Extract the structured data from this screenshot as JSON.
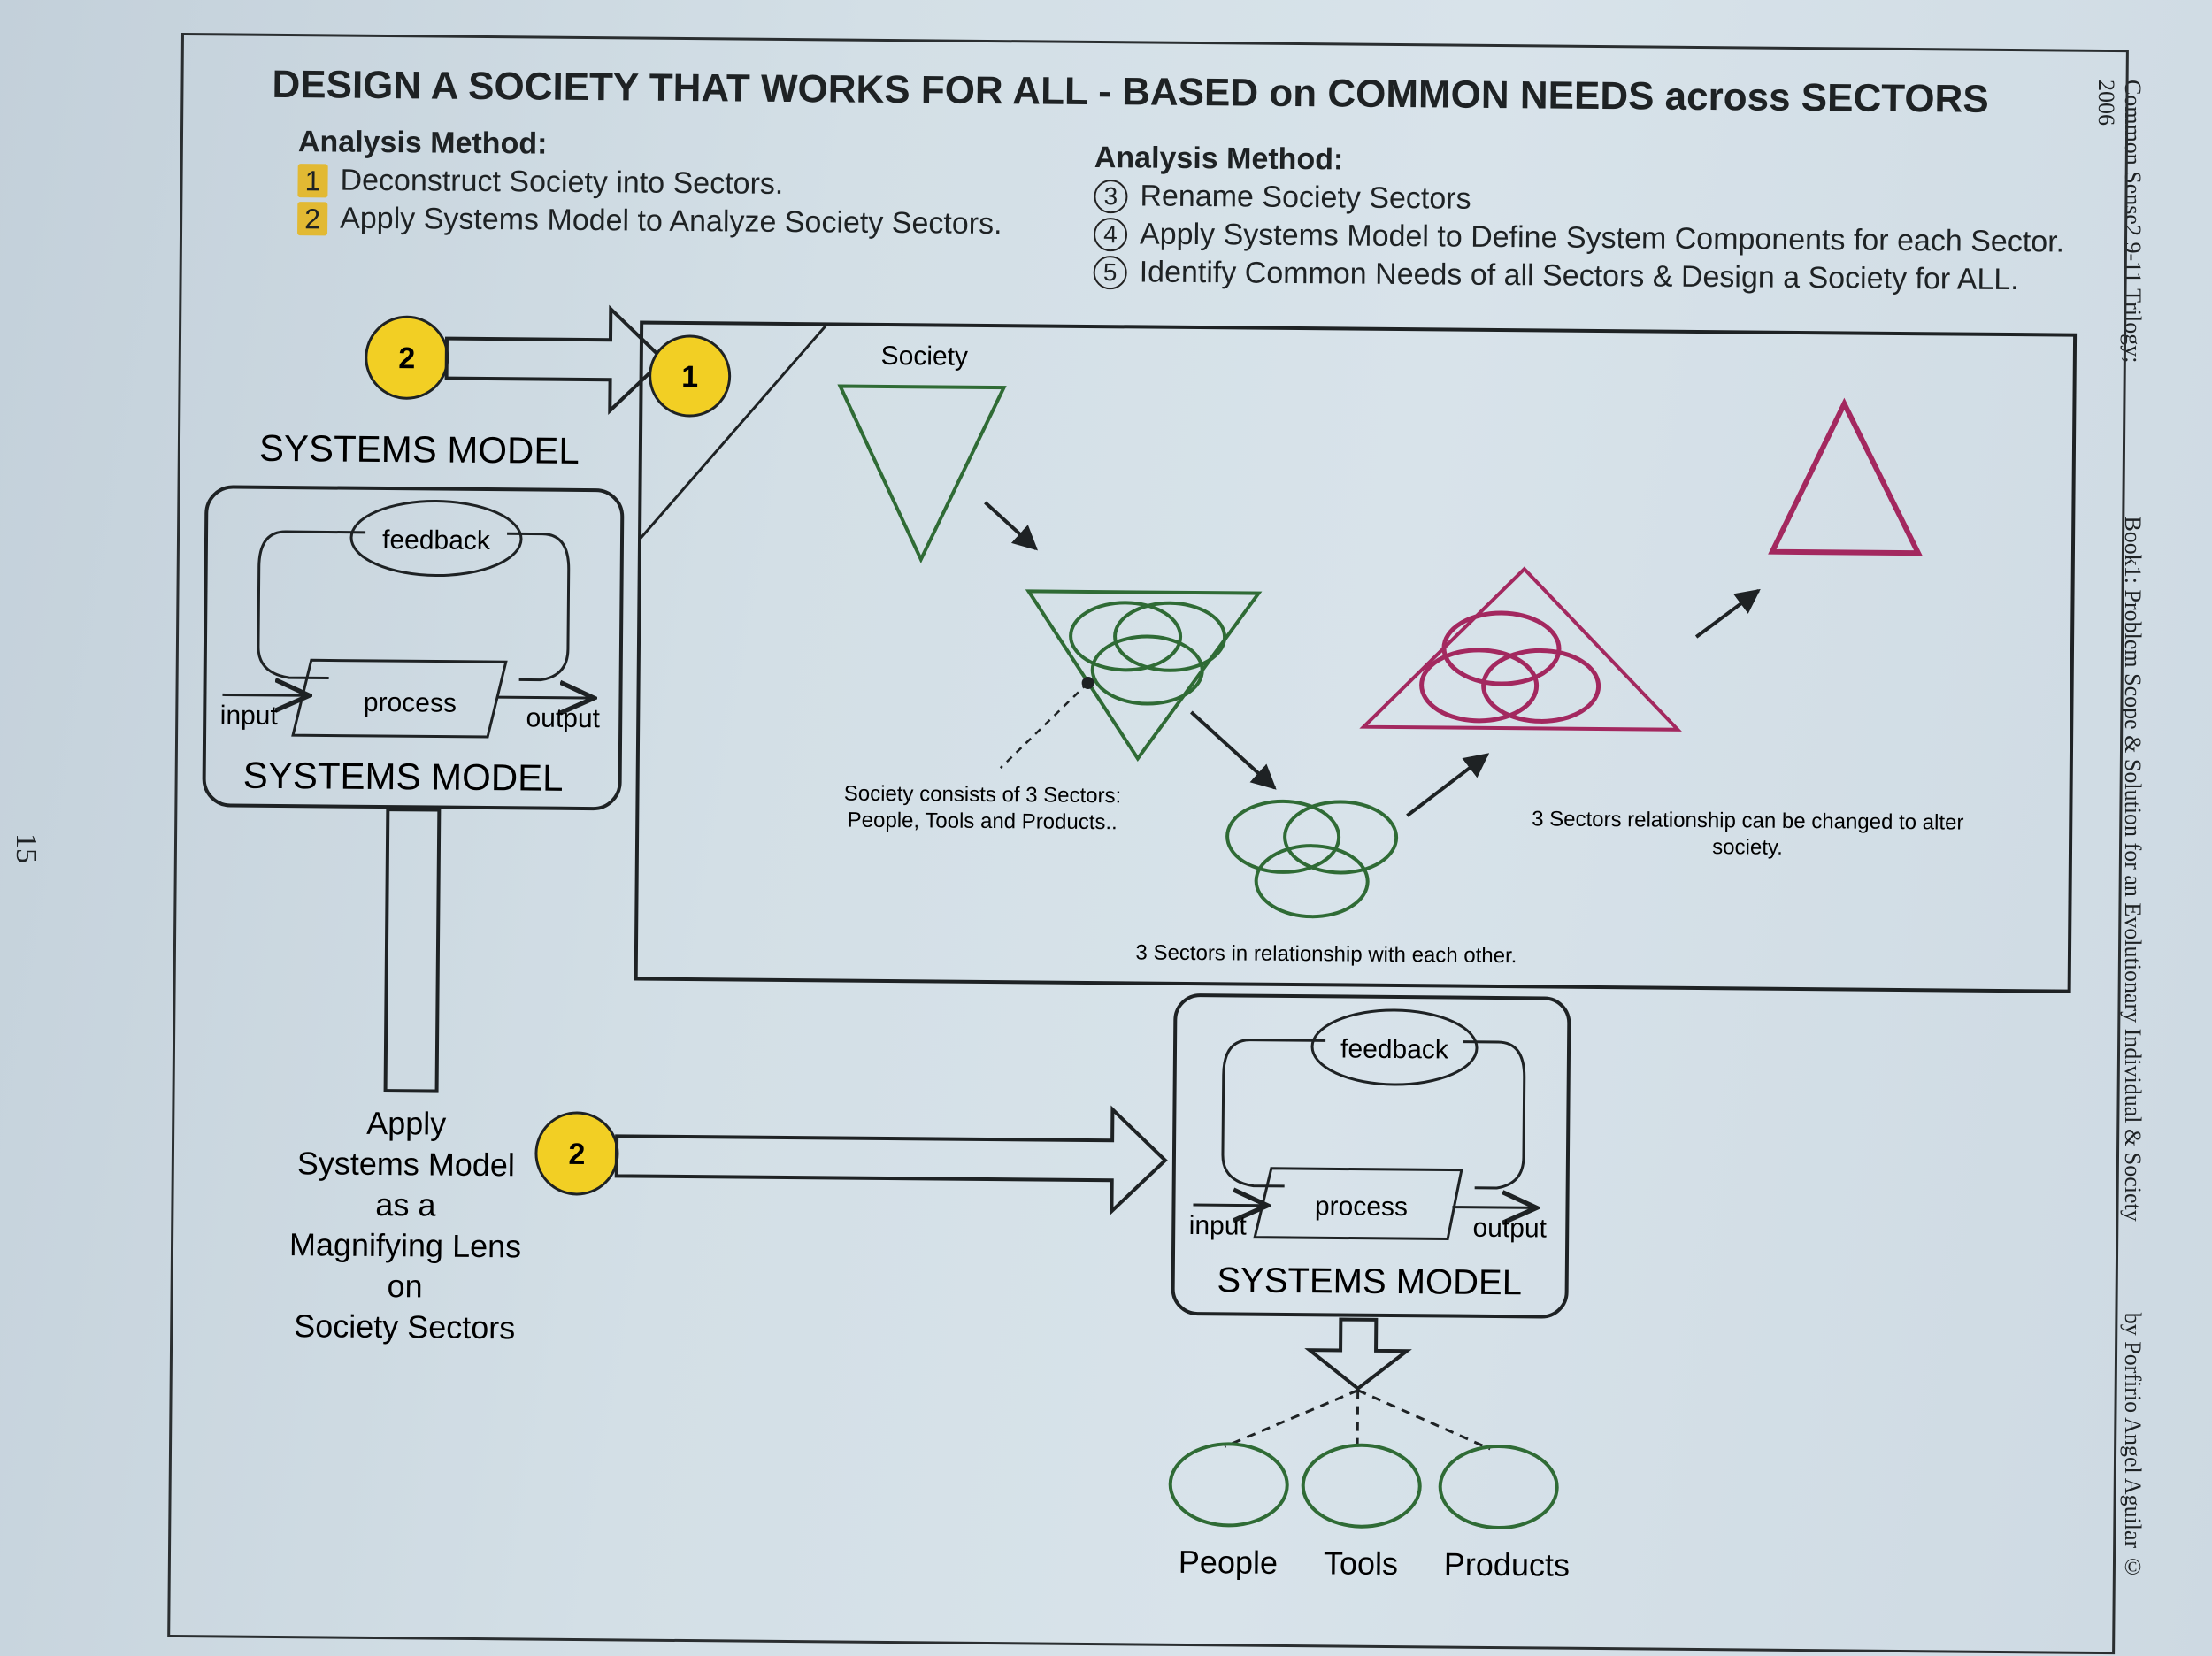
{
  "title": "DESIGN A SOCIETY THAT WORKS FOR ALL - BASED on COMMON NEEDS across SECTORS",
  "method_left": {
    "heading": "Analysis Method:",
    "steps": [
      {
        "num": "1",
        "text": "Deconstruct Society into Sectors."
      },
      {
        "num": "2",
        "text": "Apply Systems Model to Analyze Society Sectors."
      }
    ]
  },
  "method_right": {
    "heading": "Analysis Method:",
    "steps": [
      {
        "num": "3",
        "text": "Rename Society Sectors"
      },
      {
        "num": "4",
        "text": "Apply Systems Model to Define System Components for each Sector."
      },
      {
        "num": "5",
        "text": "Identify Common Needs of all Sectors & Design a Society for ALL."
      }
    ]
  },
  "badges": {
    "step1": "1",
    "step2": "2"
  },
  "systems_model": {
    "title_top": "SYSTEMS MODEL",
    "title_bottom": "SYSTEMS MODEL",
    "feedback": "feedback",
    "process": "process",
    "input": "input",
    "output": "output"
  },
  "society_panel": {
    "society_label": "Society",
    "consists_line1": "Society consists of 3 Sectors:",
    "consists_line2": "People, Tools and Products..",
    "relationship_label": "3 Sectors in relationship with each other.",
    "changed_line1": "3 Sectors relationship can be changed to alter",
    "changed_line2": "society."
  },
  "lens_text": [
    "Apply",
    "Systems Model",
    "as a",
    "Magnifying Lens",
    "on",
    "Society Sectors"
  ],
  "sectors": [
    "People",
    "Tools",
    "Products"
  ],
  "sidebar": {
    "series": "Common Sense2 9-11 Trilogy;",
    "book": "Book1: Problem Scope & Solution for an Evolutionary Individual & Society",
    "author": "by Porfirio Angel Aguilar © 2006"
  },
  "page_number": "15",
  "colors": {
    "green": "#2f6b35",
    "magenta": "#a3285f",
    "badge": "#f2cf24",
    "ink": "#1e2224"
  }
}
